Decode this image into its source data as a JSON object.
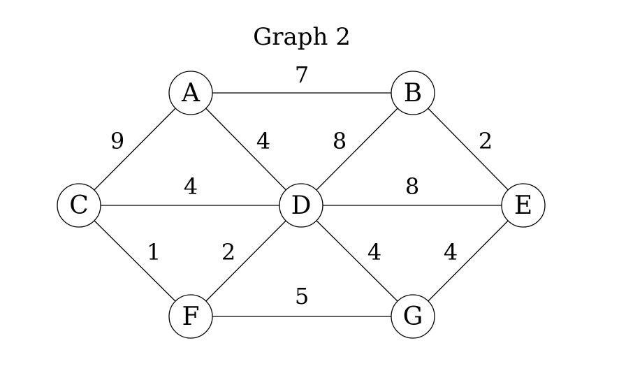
{
  "title": "Graph 2",
  "nodes": [
    {
      "id": "A",
      "label": "A"
    },
    {
      "id": "B",
      "label": "B"
    },
    {
      "id": "C",
      "label": "C"
    },
    {
      "id": "D",
      "label": "D"
    },
    {
      "id": "E",
      "label": "E"
    },
    {
      "id": "F",
      "label": "F"
    },
    {
      "id": "G",
      "label": "G"
    }
  ],
  "edges": [
    {
      "from": "A",
      "to": "B",
      "weight": "7"
    },
    {
      "from": "A",
      "to": "C",
      "weight": "9"
    },
    {
      "from": "A",
      "to": "D",
      "weight": "4"
    },
    {
      "from": "B",
      "to": "D",
      "weight": "8"
    },
    {
      "from": "B",
      "to": "E",
      "weight": "2"
    },
    {
      "from": "C",
      "to": "D",
      "weight": "4"
    },
    {
      "from": "D",
      "to": "E",
      "weight": "8"
    },
    {
      "from": "C",
      "to": "F",
      "weight": "1"
    },
    {
      "from": "D",
      "to": "F",
      "weight": "2"
    },
    {
      "from": "D",
      "to": "G",
      "weight": "4"
    },
    {
      "from": "E",
      "to": "G",
      "weight": "4"
    },
    {
      "from": "F",
      "to": "G",
      "weight": "5"
    }
  ]
}
